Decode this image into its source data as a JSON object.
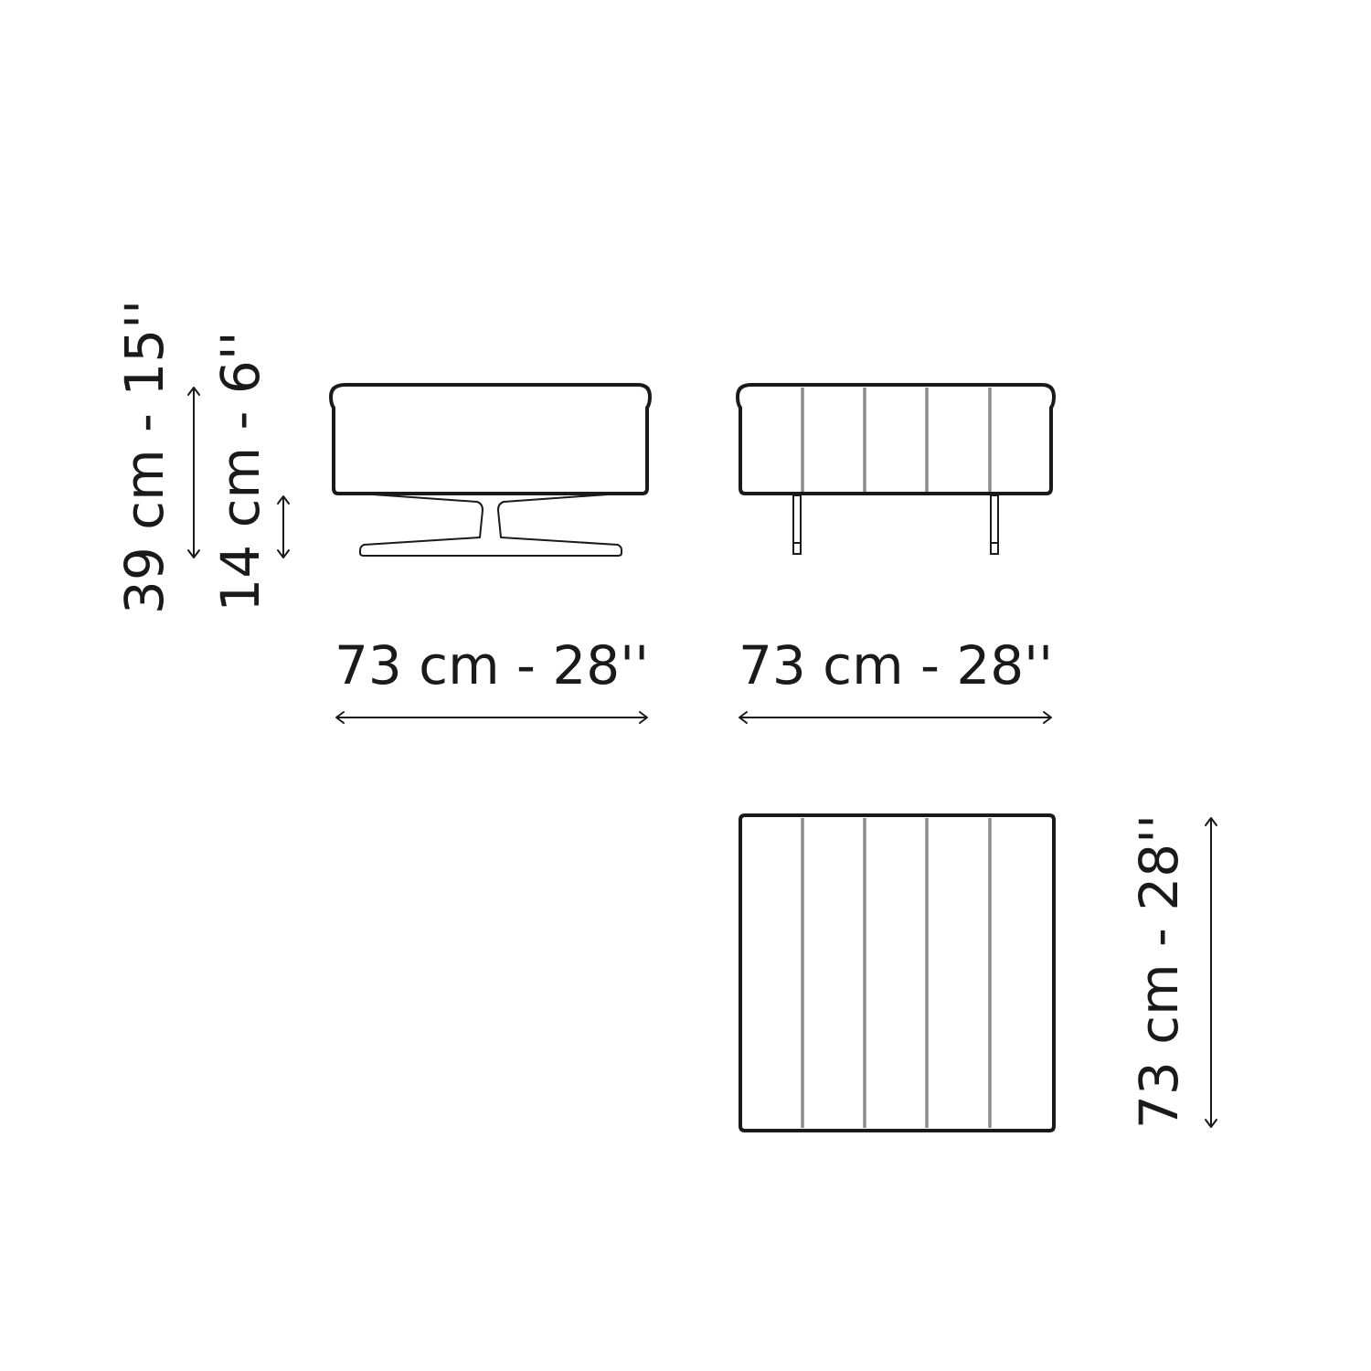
{
  "dimensions": {
    "height_total": "39 cm - 15''",
    "height_seat": "14 cm - 6''",
    "width_front": "73 cm - 28''",
    "width_side": "73 cm - 28''",
    "depth_top": "73 cm - 28''"
  },
  "colors": {
    "line": "#1a1a1a",
    "seam": "#8c8c8c",
    "background": "#ffffff"
  }
}
